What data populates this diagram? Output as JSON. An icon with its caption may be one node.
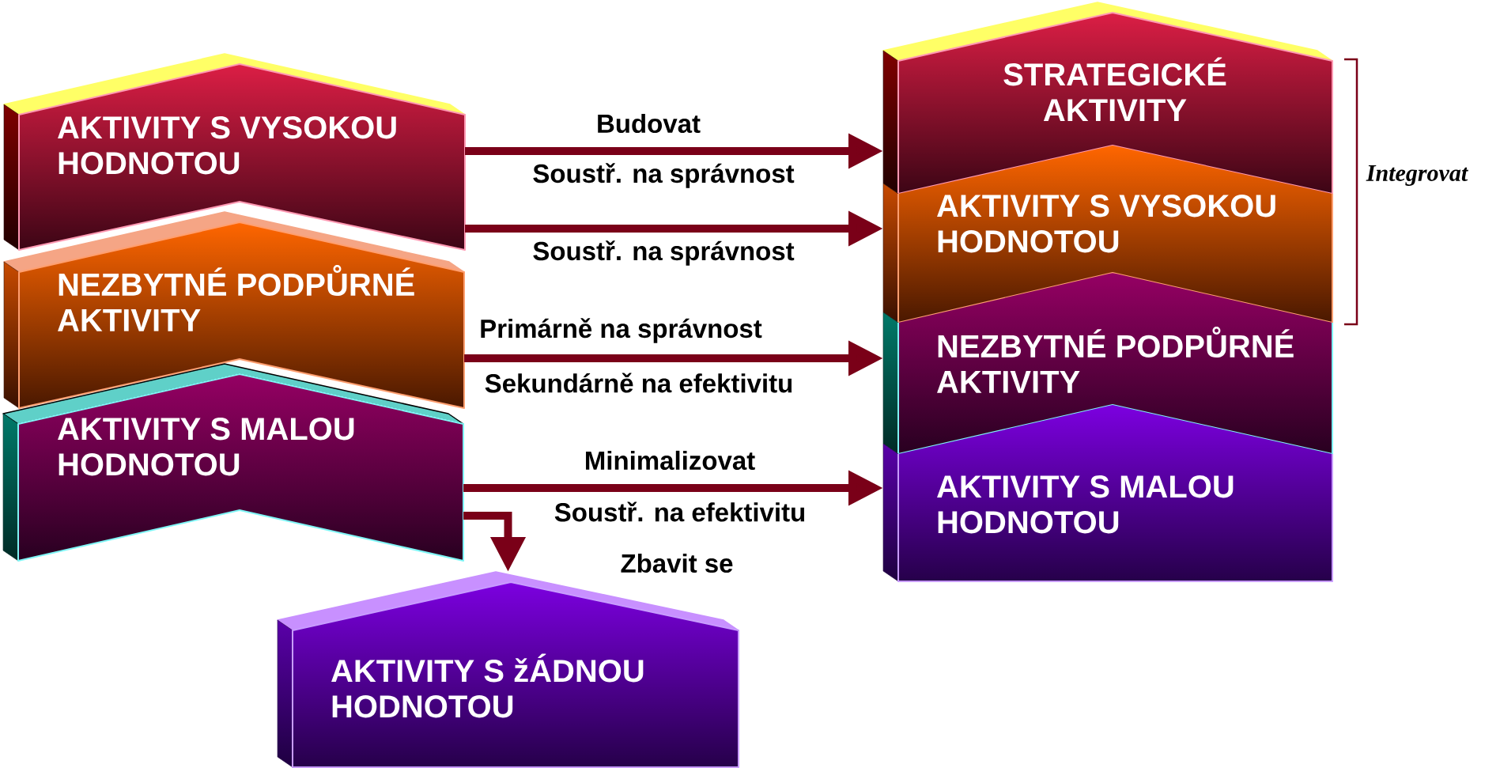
{
  "diagram": {
    "nodes": [
      {
        "text": [
          "AKTIVITY S VYSOKOU HODNOTOU"
        ]
      },
      {
        "text": [
          "NEZBYTNÉ PODPŮRNÉ AKTIVITY"
        ]
      },
      {
        "text": [
          "AKTIVITY S MALOU HODNOTOU"
        ]
      },
      {
        "text": [
          "AKTIVITY S žÁDNOU HODNOTOU"
        ]
      },
      {
        "text": [
          "STRATEGICKÉ AKTIVITY"
        ]
      },
      {
        "text": [
          "AKTIVITY S VYSOKOU HODNOTOU"
        ]
      },
      {
        "text": [
          "NEZBYTNÉ PODPŮRNÉ AKTIVITY"
        ]
      },
      {
        "text": [
          "AKTIVITY S MALOU HODNOTOU"
        ]
      }
    ],
    "edges": [
      {
        "from": 0,
        "to": 4,
        "arrow": "to",
        "label": "Budovat"
      },
      {
        "from": 0,
        "to": 5,
        "arrow": "to",
        "label": "Soustř. na správnost"
      },
      {
        "from": 1,
        "to": 6,
        "arrow": "to",
        "label": "Primárně na správnost"
      },
      {
        "from": 2,
        "to": 7,
        "arrow": "to",
        "label": "Minimalizovat"
      },
      {
        "from": 2,
        "to": 3,
        "arrow": "to",
        "label": "Zbavit se"
      }
    ],
    "labels": [
      "Soustř. na správnost",
      "Integrovat",
      "Sekundárně na efektivitu",
      "Soustř. na efektivitu"
    ]
  }
}
